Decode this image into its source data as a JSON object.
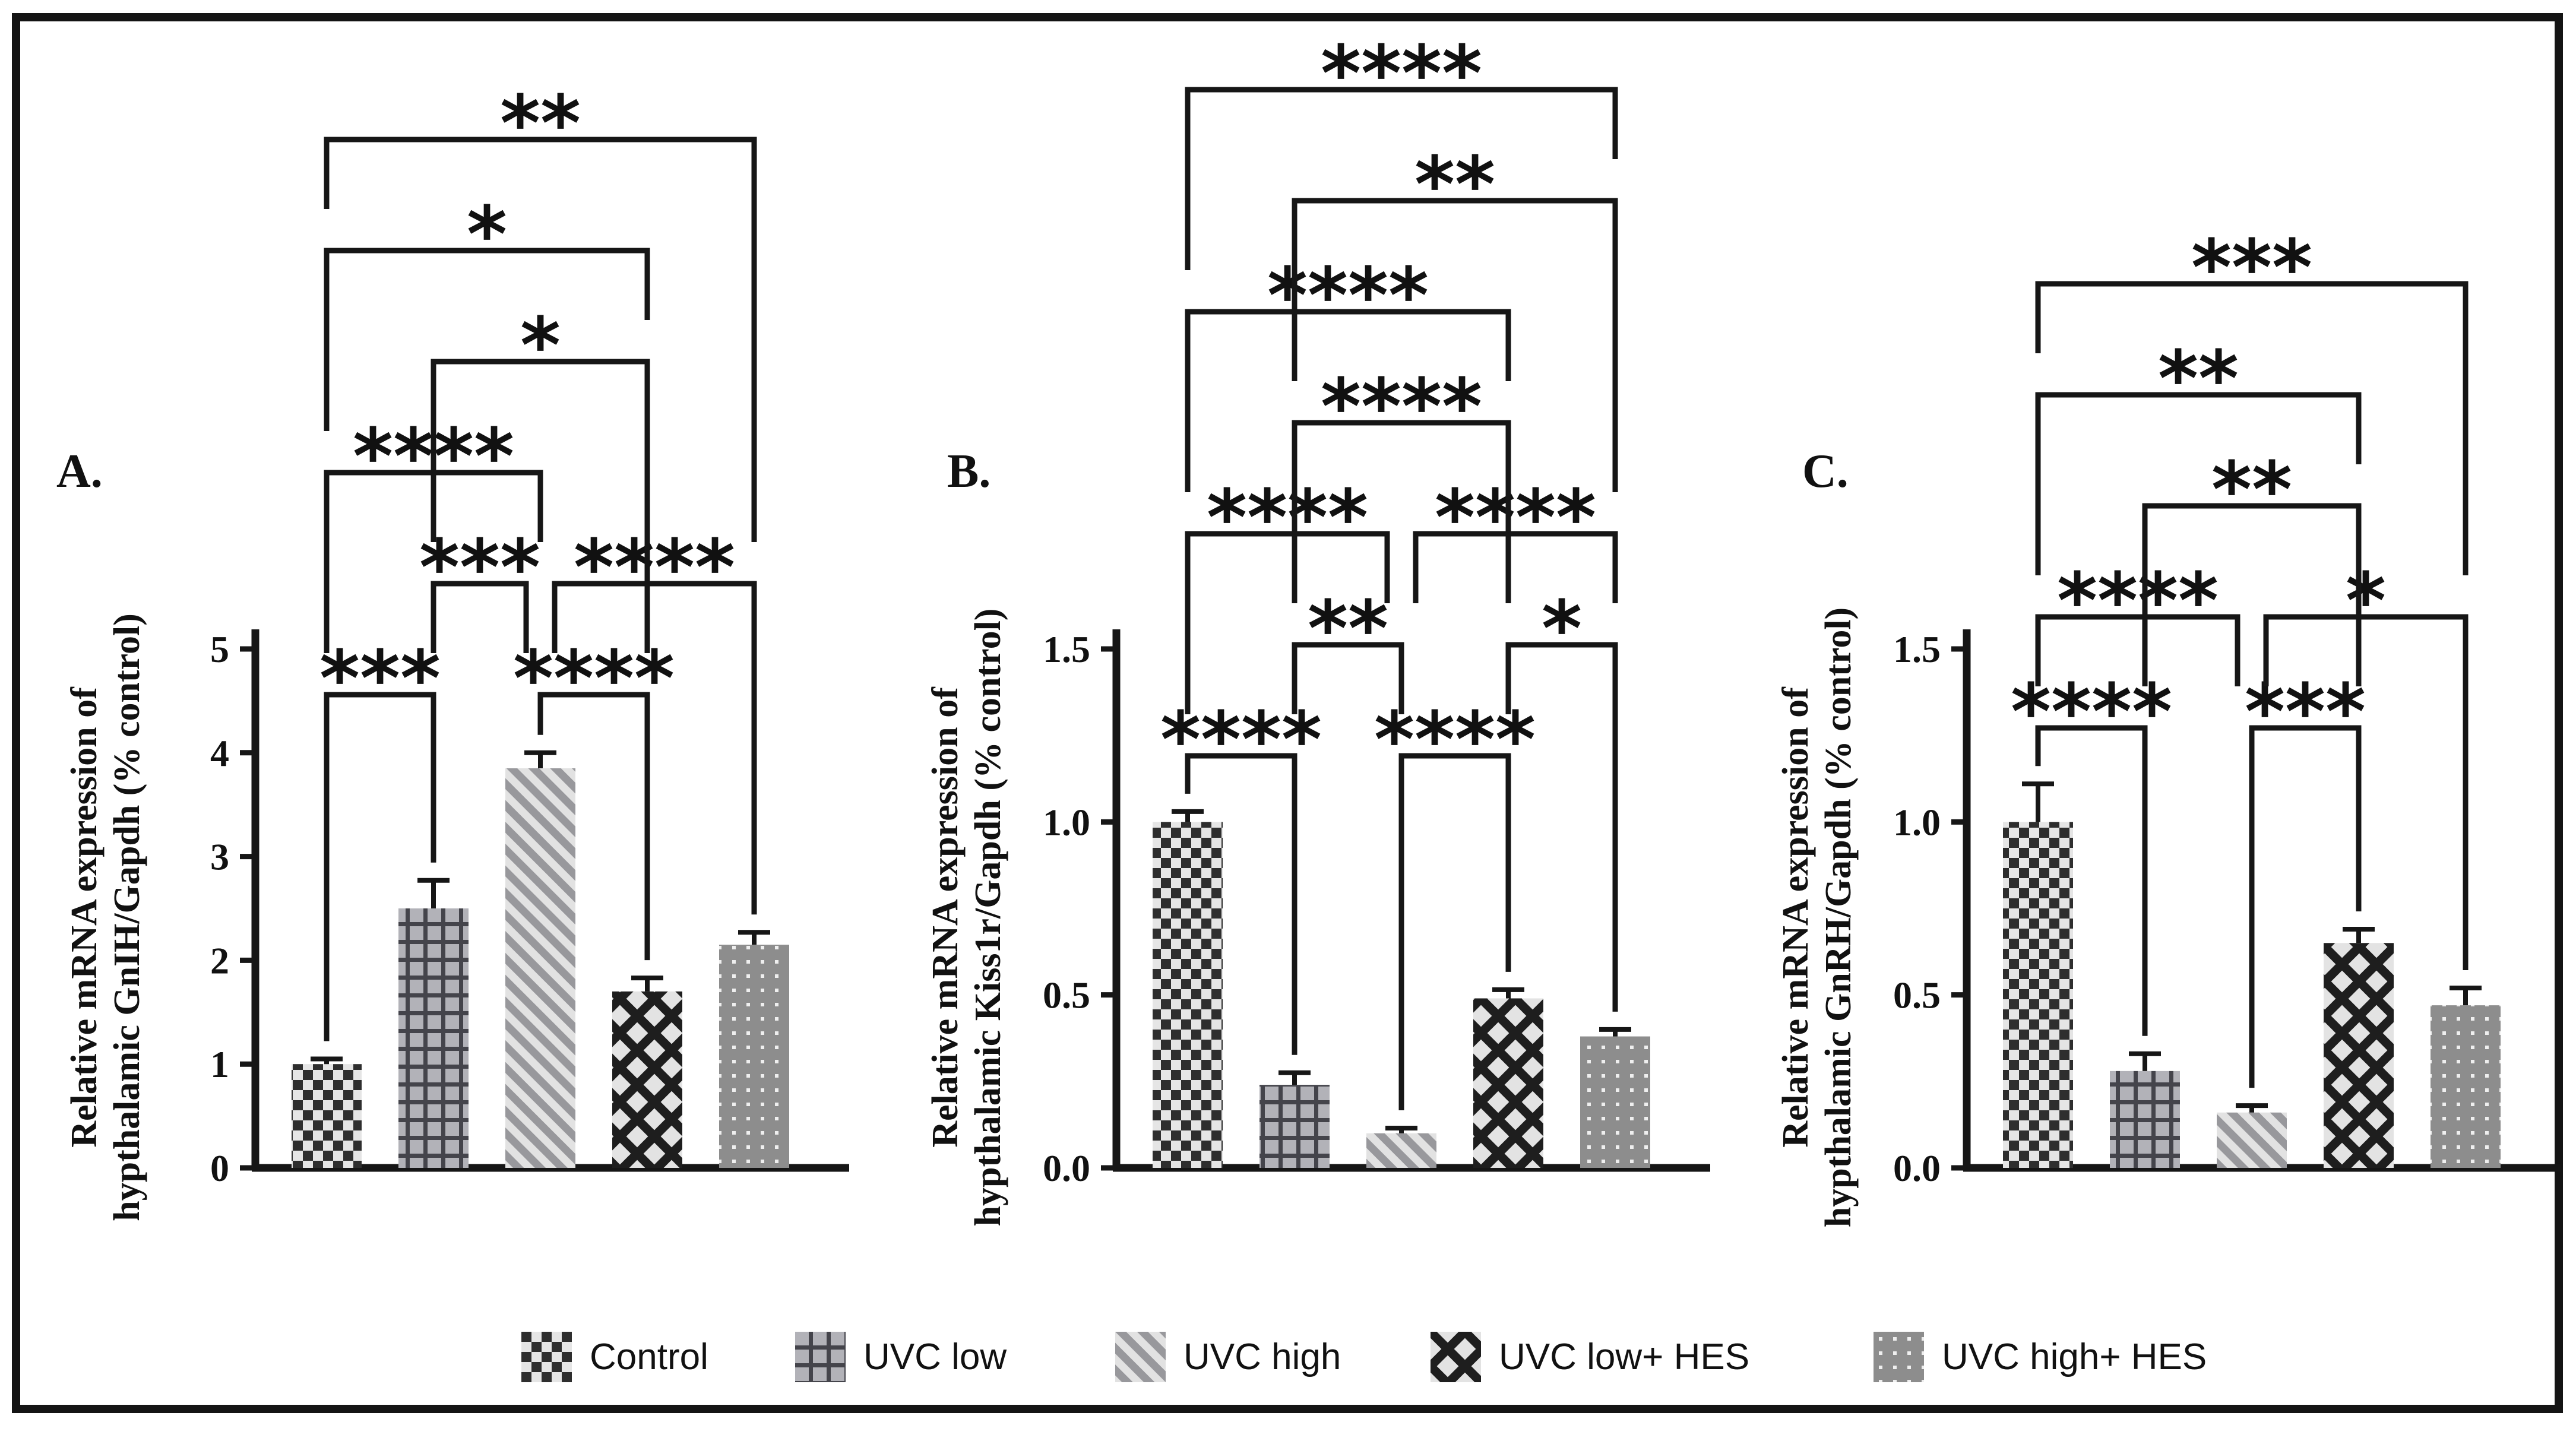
{
  "figure": {
    "background": "#ffffff",
    "border_color": "#141414",
    "ink_color": "#161616"
  },
  "legend": {
    "items": [
      {
        "label": "Control",
        "pattern": "checker"
      },
      {
        "label": "UVC low",
        "pattern": "grid"
      },
      {
        "label": "UVC high",
        "pattern": "diag"
      },
      {
        "label": "UVC low+ HES",
        "pattern": "diamond"
      },
      {
        "label": "UVC high+ HES",
        "pattern": "dots"
      }
    ]
  },
  "chart_data": [
    {
      "type": "bar",
      "panel_label": "A.",
      "ylabel": [
        "Relative mRNA expression of",
        "hypthalamic GnIH/Gapdh (% control)"
      ],
      "categories": [
        "Control",
        "UVC low",
        "UVC high",
        "UVC low+ HES",
        "UVC high+ HES"
      ],
      "values": [
        1.0,
        2.5,
        3.85,
        1.7,
        2.15
      ],
      "errors": [
        0.05,
        0.27,
        0.15,
        0.13,
        0.12
      ],
      "ylim": [
        0,
        5
      ],
      "yticks": [
        "0",
        "1",
        "2",
        "3",
        "4",
        "5"
      ],
      "grid": false,
      "legend_position": "bottom-shared",
      "significance": [
        {
          "from": 1,
          "to": 2,
          "stars": "***",
          "level": 1
        },
        {
          "from": 3,
          "to": 4,
          "stars": "****",
          "level": 1
        },
        {
          "from": 2,
          "to": 3,
          "stars": "***",
          "level": 2
        },
        {
          "from": 3,
          "to": 5,
          "stars": "****",
          "level": 2
        },
        {
          "from": 1,
          "to": 3,
          "stars": "****",
          "level": 3
        },
        {
          "from": 2,
          "to": 4,
          "stars": "*",
          "level": 4
        },
        {
          "from": 1,
          "to": 4,
          "stars": "*",
          "level": 5
        },
        {
          "from": 1,
          "to": 5,
          "stars": "**",
          "level": 6
        }
      ]
    },
    {
      "type": "bar",
      "panel_label": "B.",
      "ylabel": [
        "Relative mRNA expression of",
        "hypthalamic Kiss1r/Gapdh (% control)"
      ],
      "categories": [
        "Control",
        "UVC low",
        "UVC high",
        "UVC low+ HES",
        "UVC high+ HES"
      ],
      "values": [
        1.0,
        0.24,
        0.1,
        0.49,
        0.38
      ],
      "errors": [
        0.03,
        0.035,
        0.015,
        0.025,
        0.02
      ],
      "ylim": [
        0,
        1.5
      ],
      "yticks": [
        "0.0",
        "0.5",
        "1.0",
        "1.5"
      ],
      "grid": false,
      "legend_position": "bottom-shared",
      "significance": [
        {
          "from": 1,
          "to": 2,
          "stars": "****",
          "level": 1
        },
        {
          "from": 3,
          "to": 4,
          "stars": "****",
          "level": 1
        },
        {
          "from": 2,
          "to": 3,
          "stars": "**",
          "level": 2
        },
        {
          "from": 4,
          "to": 5,
          "stars": "*",
          "level": 2
        },
        {
          "from": 1,
          "to": 3,
          "stars": "****",
          "level": 3
        },
        {
          "from": 3,
          "to": 5,
          "stars": "****",
          "level": 3
        },
        {
          "from": 2,
          "to": 4,
          "stars": "****",
          "level": 4
        },
        {
          "from": 1,
          "to": 4,
          "stars": "****",
          "level": 5
        },
        {
          "from": 2,
          "to": 5,
          "stars": "**",
          "level": 6
        },
        {
          "from": 1,
          "to": 5,
          "stars": "****",
          "level": 7
        }
      ]
    },
    {
      "type": "bar",
      "panel_label": "C.",
      "ylabel": [
        "Relative mRNA expression of",
        "hypthalamic GnRH/Gapdh (% control)"
      ],
      "categories": [
        "Control",
        "UVC low",
        "UVC high",
        "UVC low+ HES",
        "UVC high+ HES"
      ],
      "values": [
        1.0,
        0.28,
        0.16,
        0.65,
        0.47
      ],
      "errors": [
        0.11,
        0.05,
        0.02,
        0.04,
        0.05
      ],
      "ylim": [
        0,
        1.5
      ],
      "yticks": [
        "0.0",
        "0.5",
        "1.0",
        "1.5"
      ],
      "grid": false,
      "legend_position": "bottom-shared",
      "significance": [
        {
          "from": 1,
          "to": 2,
          "stars": "****",
          "level": 1
        },
        {
          "from": 3,
          "to": 4,
          "stars": "***",
          "level": 1
        },
        {
          "from": 1,
          "to": 3,
          "stars": "****",
          "level": 2
        },
        {
          "from": 3,
          "to": 5,
          "stars": "*",
          "level": 2
        },
        {
          "from": 2,
          "to": 4,
          "stars": "**",
          "level": 3
        },
        {
          "from": 1,
          "to": 4,
          "stars": "**",
          "level": 4
        },
        {
          "from": 1,
          "to": 5,
          "stars": "***",
          "level": 5
        }
      ]
    }
  ]
}
